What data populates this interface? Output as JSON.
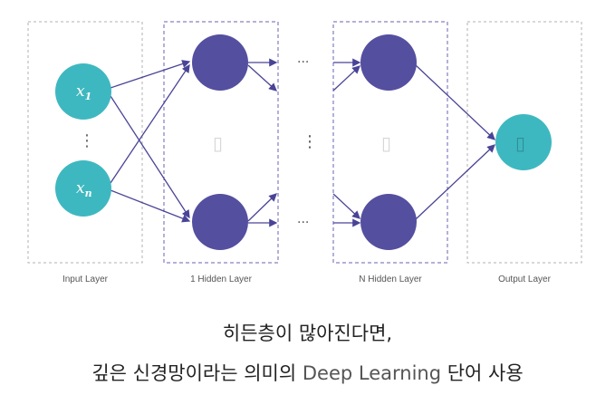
{
  "layers": {
    "input": "Input Layer",
    "hidden_first": "1 Hidden Layer",
    "hidden_last": "N Hidden Layer",
    "output": "Output Layer"
  },
  "nodes": {
    "input_top": {
      "base": "x",
      "sub": "1"
    },
    "input_bottom": {
      "base": "x",
      "sub": "n"
    }
  },
  "ellipsis": "⋮",
  "ellipsis_h": "···",
  "output_symbol": "▯",
  "hidden_symbol": "▯",
  "caption": {
    "line1": "히든층이 많아진다면,",
    "line2_pre": "깊은 신경망이라는 의미의 ",
    "line2_en": "Deep Learning",
    "line2_post": " 단어 사용"
  },
  "colors": {
    "io_node": "#3eb8c0",
    "hidden_node": "#554fa0",
    "edge": "#4a4496",
    "dashed_gray": "#b0b0b0",
    "dashed_purple": "#6a63b0"
  }
}
